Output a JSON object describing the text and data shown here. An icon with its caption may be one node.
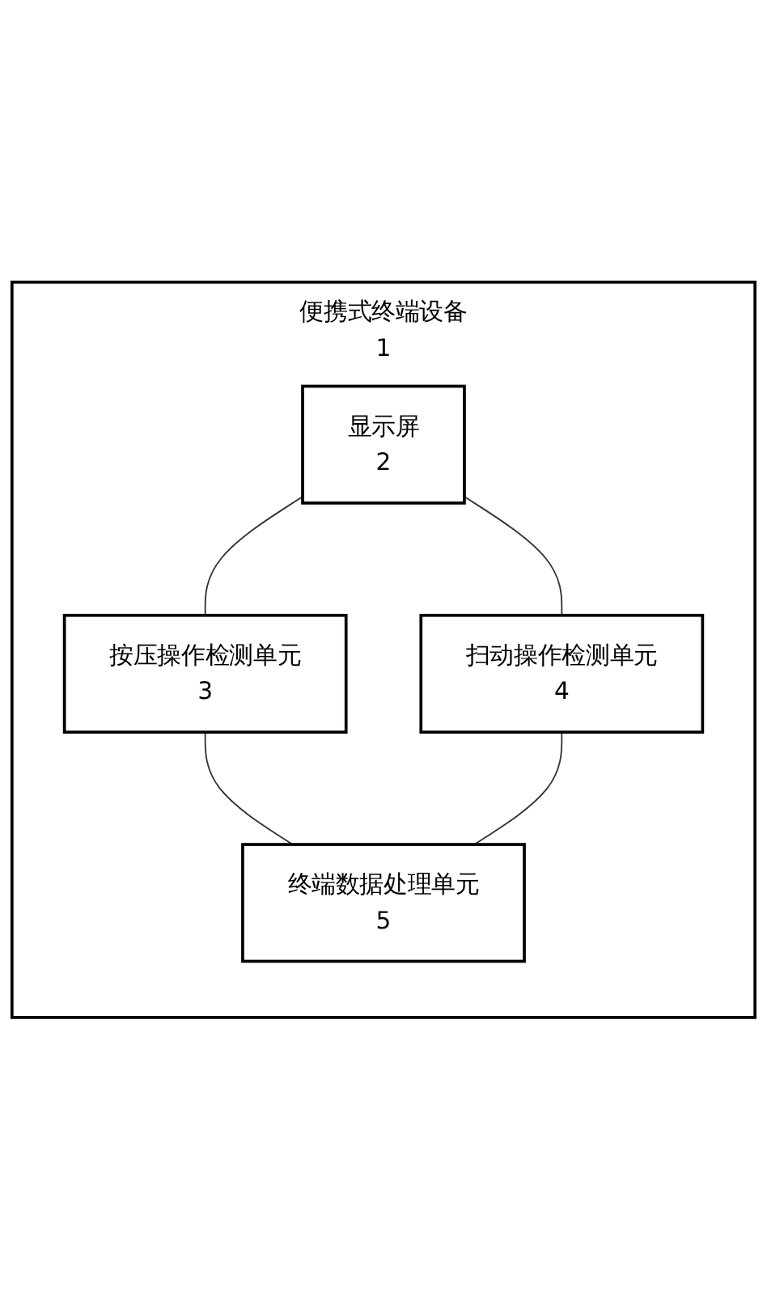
{
  "diagram": {
    "nodes": [
      {
        "text": [
          "便携式终端设备",
          "1"
        ]
      },
      {
        "text": [
          "显示屏",
          "2"
        ],
        "in": 0
      },
      {
        "text": [
          "按压操作检测单元",
          "3"
        ],
        "in": 0
      },
      {
        "text": [
          "扫动操作检测单元",
          "4"
        ],
        "in": 0
      },
      {
        "text": [
          "终端数据处理单元",
          "5"
        ],
        "in": 0
      }
    ],
    "edges": [
      {
        "from": 1,
        "to": 2,
        "arrow": "none"
      },
      {
        "from": 1,
        "to": 3,
        "arrow": "none"
      },
      {
        "from": 2,
        "to": 4,
        "arrow": "none"
      },
      {
        "from": 3,
        "to": 4,
        "arrow": "none"
      }
    ]
  }
}
